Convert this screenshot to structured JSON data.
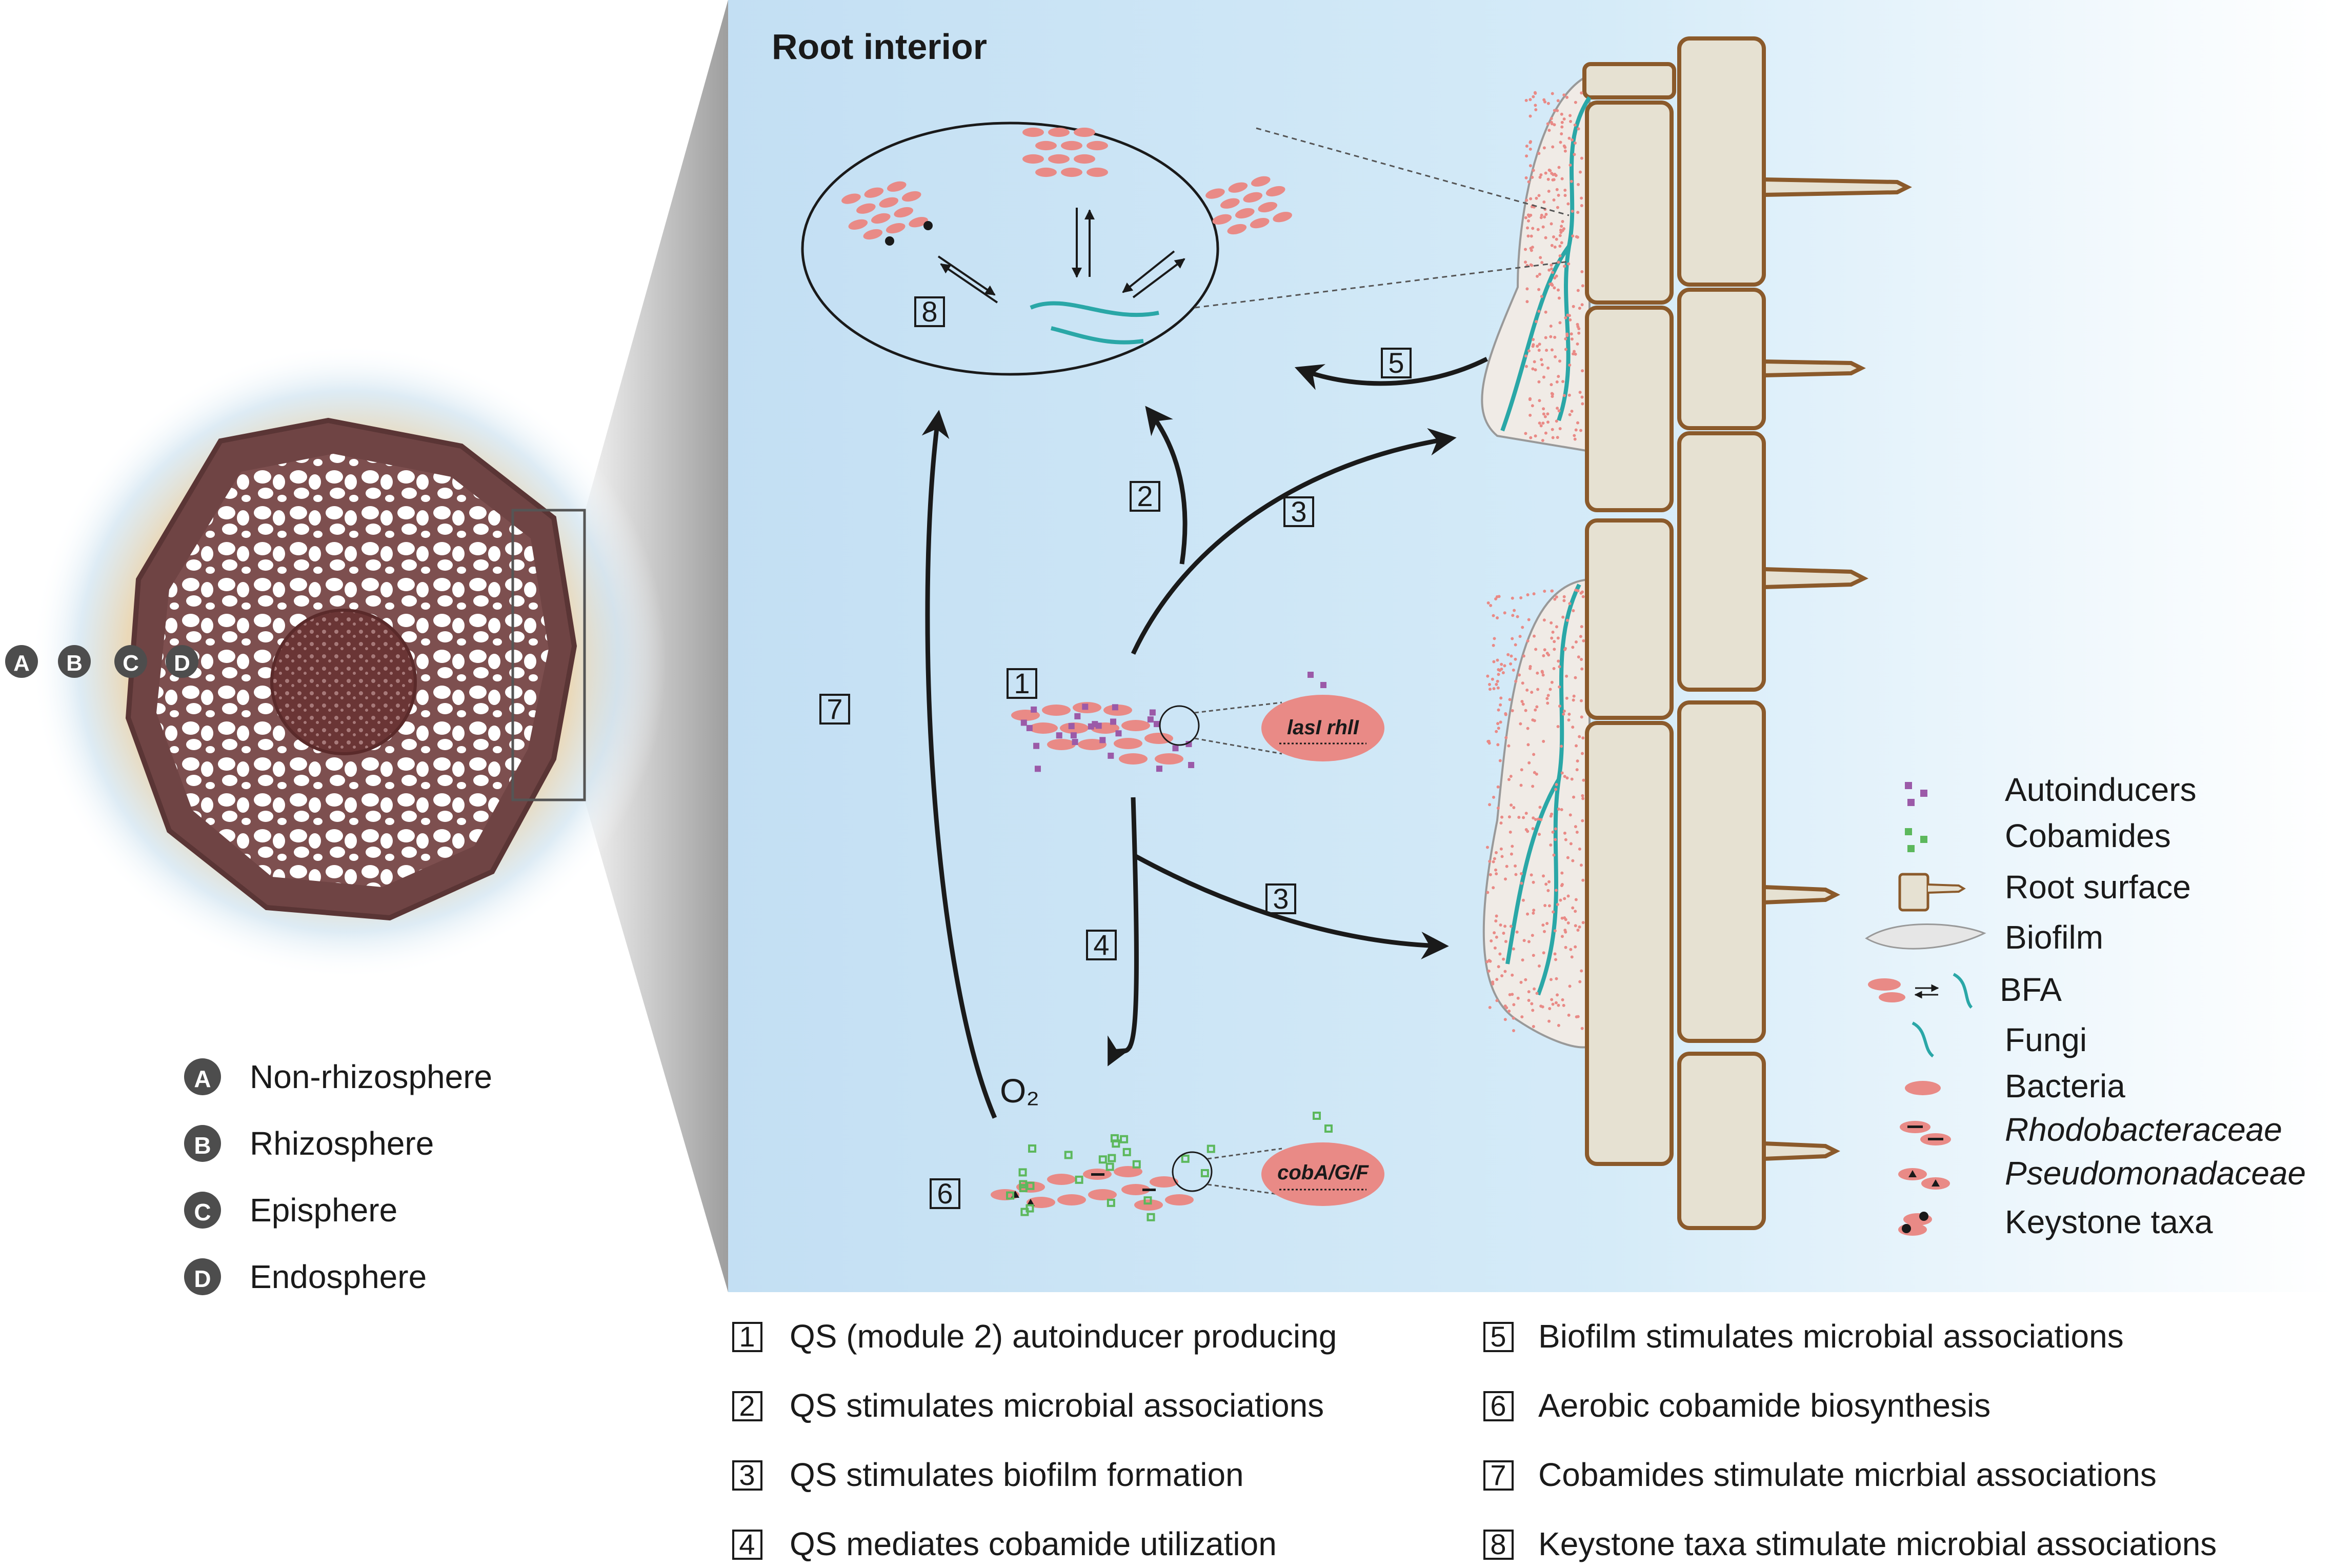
{
  "panel_title": "Root interior",
  "oxygen_label": "O₂",
  "gene_labels": {
    "qs": "lasI  rhlI",
    "cob": "cobA/G/F"
  },
  "zones": [
    {
      "letter": "A",
      "label": "Non-rhizosphere"
    },
    {
      "letter": "B",
      "label": "Rhizosphere"
    },
    {
      "letter": "C",
      "label": "Episphere"
    },
    {
      "letter": "D",
      "label": "Endosphere"
    }
  ],
  "legend": [
    {
      "label": "Autoinducers",
      "symbol": "autoinducer-icon",
      "color": "#9b5aa8"
    },
    {
      "label": "Cobamides",
      "symbol": "cobamide-icon",
      "color": "#5cb85c"
    },
    {
      "label": "Root surface",
      "symbol": "root-surface-icon",
      "color": "#8b5a2b"
    },
    {
      "label": "Biofilm",
      "symbol": "biofilm-icon",
      "color": "#e6e6e6"
    },
    {
      "label": "BFA",
      "symbol": "bfa-icon",
      "color": "#e98a86"
    },
    {
      "label": "Fungi",
      "symbol": "fungi-icon",
      "color": "#2aa7a7"
    },
    {
      "label": "Bacteria",
      "symbol": "bacteria-icon",
      "color": "#e98a86"
    },
    {
      "label": "Rhodobacteraceae",
      "symbol": "rhodobacteraceae-icon",
      "italic": true
    },
    {
      "label": "Pseudomonadaceae",
      "symbol": "pseudomonadaceae-icon",
      "italic": true
    },
    {
      "label": "Keystone taxa",
      "symbol": "keystone-taxa-icon"
    }
  ],
  "steps": [
    {
      "num": "1",
      "label": "QS (module 2) autoinducer producing"
    },
    {
      "num": "2",
      "label": "QS stimulates microbial associations"
    },
    {
      "num": "3",
      "label": "QS stimulates biofilm formation"
    },
    {
      "num": "4",
      "label": "QS mediates cobamide utilization"
    },
    {
      "num": "5",
      "label": "Biofilm stimulates microbial associations"
    },
    {
      "num": "6",
      "label": "Aerobic cobamide biosynthesis"
    },
    {
      "num": "7",
      "label": "Cobamides stimulate micrbial associations"
    },
    {
      "num": "8",
      "label": "Keystone taxa stimulate microbial associations"
    }
  ],
  "colors": {
    "bacteria": "#e98a86",
    "fungi": "#2aa7a7",
    "autoinducer": "#9b5aa8",
    "cobamide": "#5cb85c",
    "root_outline": "#8b5a2b",
    "root_fill": "#e6e1d2",
    "cross_section": "#7a4a4a",
    "panel_blue": "#c6e1f3"
  }
}
